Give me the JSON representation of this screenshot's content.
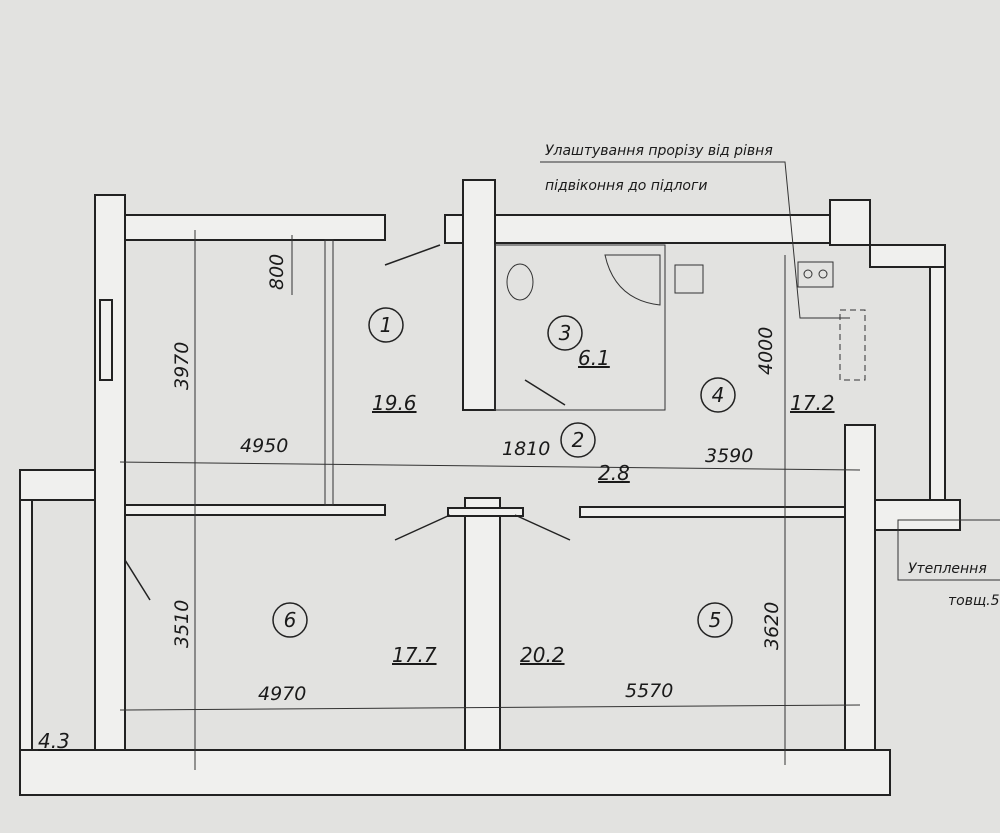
{
  "rooms": [
    {
      "number": "1",
      "area": "19.6"
    },
    {
      "number": "2",
      "area": "2.8"
    },
    {
      "number": "3",
      "area": "6.1"
    },
    {
      "number": "4",
      "area": "17.2"
    },
    {
      "number": "5",
      "area": "20.2"
    },
    {
      "number": "6",
      "area": "17.7"
    },
    {
      "number": "",
      "area": "4.3"
    }
  ],
  "dimensions": {
    "d3970": "3970",
    "d800": "800",
    "d4950": "4950",
    "d1810": "1810",
    "d3590": "3590",
    "d4000": "4000",
    "d3510": "3510",
    "d3620": "3620",
    "d4970": "4970",
    "d5570": "5570"
  },
  "notes": {
    "opening_line1": "Улаштування прорізу від рівня",
    "opening_line2": "підвіконня до підлоги",
    "insulation_line1": "Утеплення",
    "insulation_line2": "товщ.5"
  }
}
